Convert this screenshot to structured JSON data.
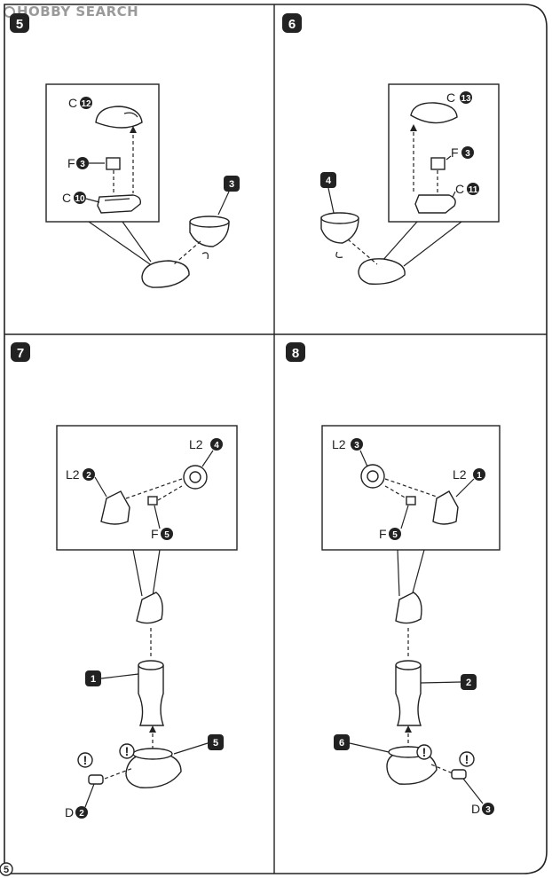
{
  "watermark": {
    "text": "HOBBY SEARCH"
  },
  "page_number": "5",
  "panels": [
    {
      "step": "5",
      "callouts": [
        {
          "prefix": "C",
          "num": "12"
        },
        {
          "prefix": "F",
          "num": "3"
        },
        {
          "prefix": "C",
          "num": "10"
        }
      ],
      "parts": [
        {
          "num": "3"
        }
      ]
    },
    {
      "step": "6",
      "callouts": [
        {
          "prefix": "C",
          "num": "13"
        },
        {
          "prefix": "F",
          "num": "3"
        },
        {
          "prefix": "C",
          "num": "11"
        }
      ],
      "parts": [
        {
          "num": "4"
        }
      ]
    },
    {
      "step": "7",
      "callouts": [
        {
          "prefix": "L2",
          "num": "2"
        },
        {
          "prefix": "L2",
          "num": "4"
        },
        {
          "prefix": "F",
          "num": "5"
        },
        {
          "prefix": "D",
          "num": "2"
        }
      ],
      "parts": [
        {
          "num": "1"
        },
        {
          "num": "5"
        }
      ],
      "cautions": [
        "!",
        "!"
      ]
    },
    {
      "step": "8",
      "callouts": [
        {
          "prefix": "L2",
          "num": "3"
        },
        {
          "prefix": "L2",
          "num": "1"
        },
        {
          "prefix": "F",
          "num": "5"
        },
        {
          "prefix": "D",
          "num": "3"
        }
      ],
      "parts": [
        {
          "num": "2"
        },
        {
          "num": "6"
        }
      ],
      "cautions": [
        "!",
        "!"
      ]
    }
  ]
}
